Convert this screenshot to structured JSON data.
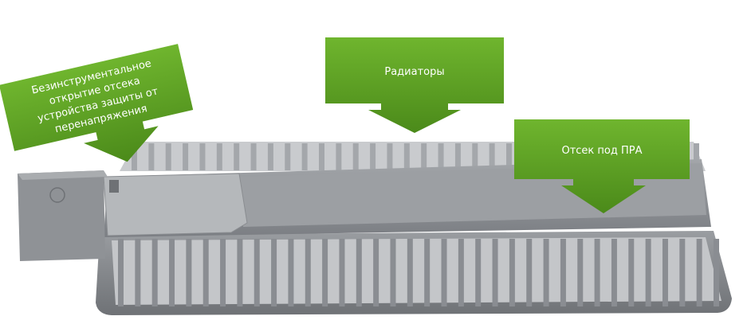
{
  "callouts": {
    "surge_protection": {
      "lines": [
        "Безинструментальное",
        "открытие отсека",
        "устройства защиты от",
        "перенапряжения"
      ]
    },
    "radiators": {
      "label": "Радиаторы"
    },
    "driver_compartment": {
      "label": "Отсек под ПРА"
    }
  },
  "colors": {
    "callout_green": "#5a9e22",
    "body_gray": "#8a8d92",
    "fin_gray": "#a4a7ab"
  },
  "fins": {
    "top_count": 34,
    "bottom_count": 36
  }
}
